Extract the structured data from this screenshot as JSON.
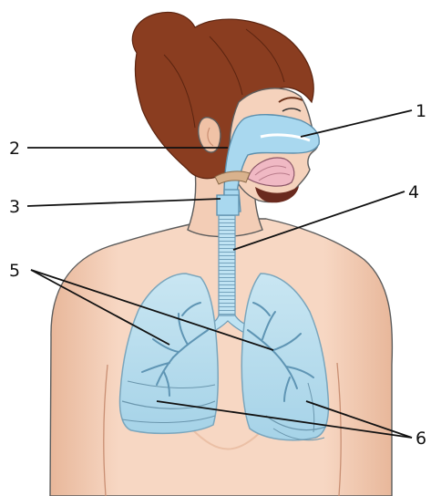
{
  "diagram": {
    "labels": [
      {
        "id": "label-1",
        "text": "1"
      },
      {
        "id": "label-2",
        "text": "2"
      },
      {
        "id": "label-3",
        "text": "3"
      },
      {
        "id": "label-4",
        "text": "4"
      },
      {
        "id": "label-5",
        "text": "5"
      },
      {
        "id": "label-6",
        "text": "6"
      }
    ]
  },
  "colors": {
    "skin": "#f6d3bd",
    "skin_shade": "#e9b99c",
    "hair": "#8a3d20",
    "airway_blue": "#a9d8ef",
    "airway_outline": "#5d90ad",
    "lung_blue": "#b8dcec",
    "tongue_pink": "#f0b9c4",
    "leader_line": "#111111"
  }
}
